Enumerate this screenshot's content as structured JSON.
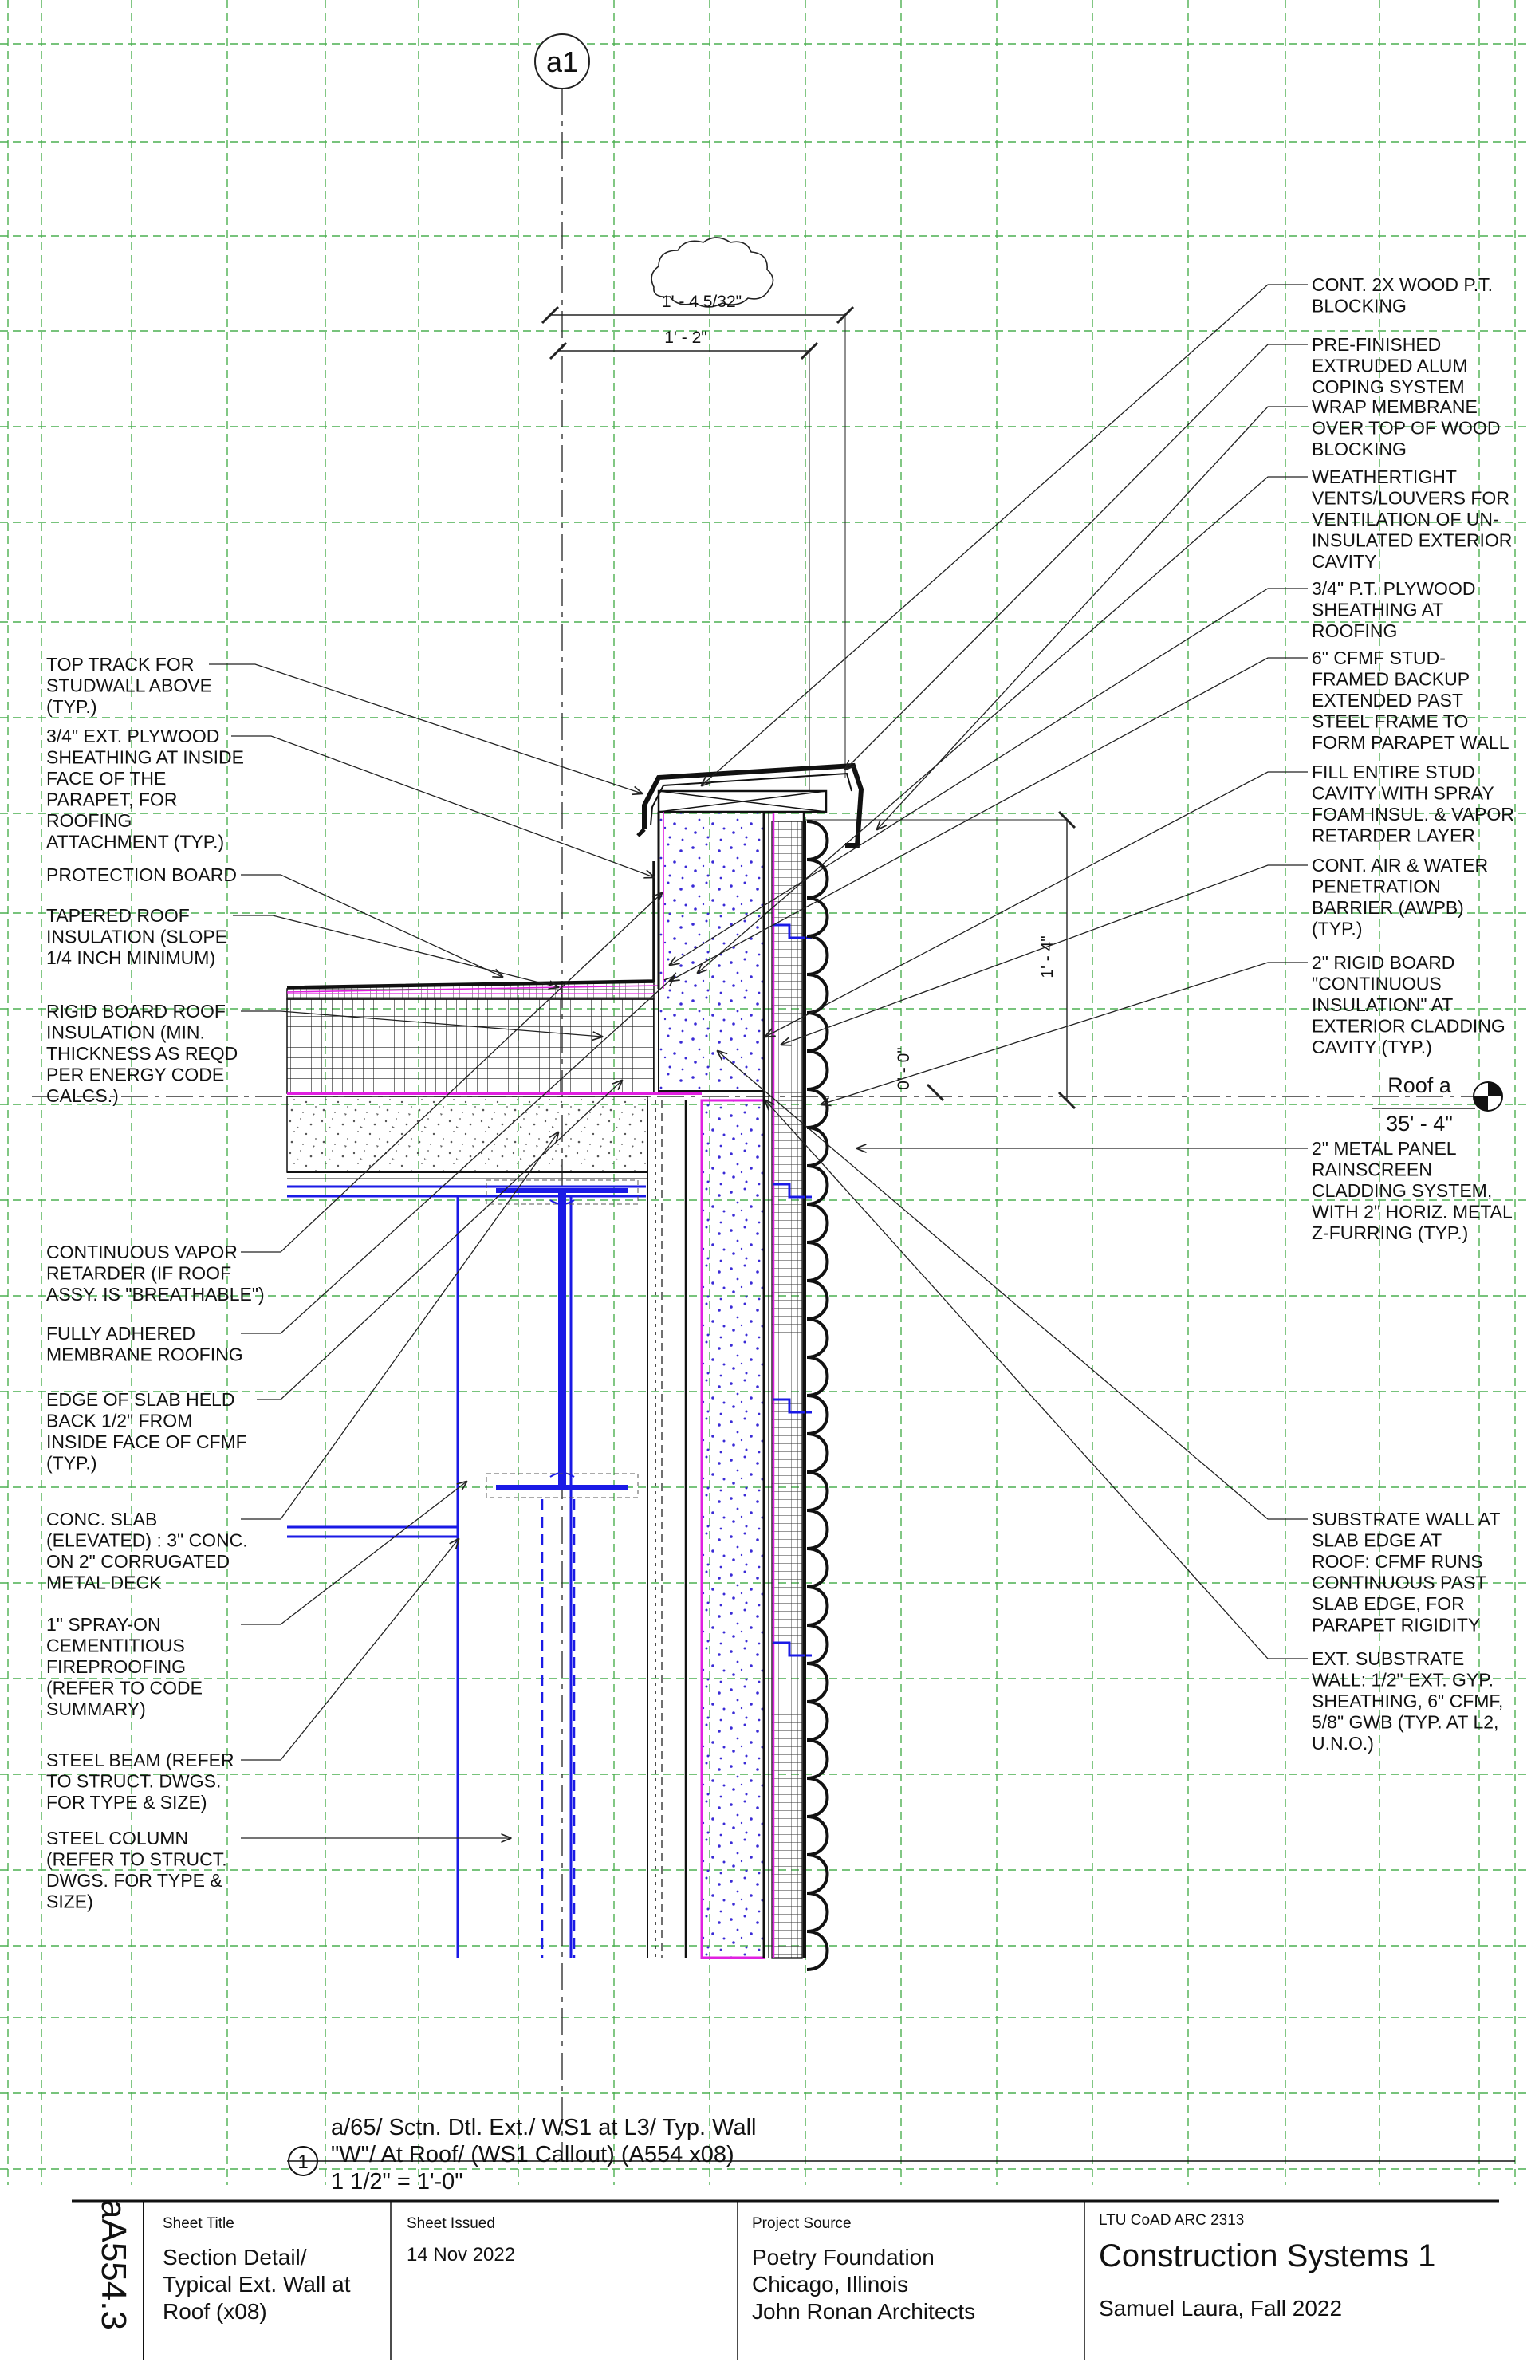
{
  "grid_marker": "a1",
  "dimensions": {
    "coping_width": "1' - 4 5/32\"",
    "wall_width": "1' - 2\"",
    "parapet_height": "1' - 4\"",
    "zero_height": "0' - 0\""
  },
  "level_marker": {
    "name": "Roof a",
    "elevation": "35' - 4\""
  },
  "notes_left": [
    {
      "lines": [
        "TOP TRACK FOR",
        "STUDWALL ABOVE",
        "(TYP.)"
      ]
    },
    {
      "lines": [
        "3/4\" EXT. PLYWOOD",
        "SHEATHING AT INSIDE",
        "FACE OF THE",
        "PARAPET, FOR",
        "ROOFING",
        "ATTACHMENT (TYP.)"
      ]
    },
    {
      "lines": [
        "PROTECTION BOARD"
      ]
    },
    {
      "lines": [
        "TAPERED ROOF",
        "INSULATION (SLOPE",
        "1/4 INCH MINIMUM)"
      ]
    },
    {
      "lines": [
        "RIGID BOARD ROOF",
        "INSULATION (MIN.",
        "THICKNESS AS REQD",
        "PER ENERGY CODE",
        "CALCS.)"
      ]
    },
    {
      "lines": [
        "CONTINUOUS VAPOR",
        "RETARDER (IF ROOF",
        "ASSY. IS \"BREATHABLE\")"
      ]
    },
    {
      "lines": [
        "FULLY ADHERED",
        "MEMBRANE ROOFING"
      ]
    },
    {
      "lines": [
        "EDGE OF SLAB HELD",
        "BACK 1/2\" FROM",
        "INSIDE FACE OF CFMF",
        "(TYP.)"
      ]
    },
    {
      "lines": [
        "CONC. SLAB",
        "(ELEVATED) : 3\" CONC.",
        "ON 2\" CORRUGATED",
        "METAL DECK"
      ]
    },
    {
      "lines": [
        "1\" SPRAY-ON",
        "CEMENTITIOUS",
        "FIREPROOFING",
        "(REFER TO CODE",
        "SUMMARY)"
      ]
    },
    {
      "lines": [
        "STEEL BEAM (REFER",
        "TO STRUCT. DWGS.",
        "FOR TYPE & SIZE)"
      ]
    },
    {
      "lines": [
        "STEEL COLUMN",
        "(REFER TO STRUCT.",
        "DWGS. FOR TYPE &",
        "SIZE)"
      ]
    }
  ],
  "notes_right": [
    {
      "lines": [
        "CONT. 2X WOOD P.T.",
        "BLOCKING"
      ]
    },
    {
      "lines": [
        "PRE-FINISHED",
        "EXTRUDED ALUM",
        "COPING SYSTEM"
      ]
    },
    {
      "lines": [
        "WRAP MEMBRANE",
        "OVER TOP OF WOOD",
        "BLOCKING"
      ]
    },
    {
      "lines": [
        "WEATHERTIGHT",
        "VENTS/LOUVERS FOR",
        "VENTILATION OF UN-",
        "INSULATED EXTERIOR",
        "CAVITY"
      ]
    },
    {
      "lines": [
        "3/4\" P.T. PLYWOOD",
        "SHEATHING AT",
        "ROOFING"
      ]
    },
    {
      "lines": [
        "6\" CFMF STUD-",
        "FRAMED BACKUP",
        "EXTENDED PAST",
        "STEEL FRAME TO",
        "FORM PARAPET WALL"
      ]
    },
    {
      "lines": [
        "FILL ENTIRE STUD",
        "CAVITY WITH SPRAY",
        "FOAM INSUL. & VAPOR",
        "RETARDER LAYER"
      ]
    },
    {
      "lines": [
        "CONT. AIR & WATER",
        "PENETRATION",
        "BARRIER (AWPB)",
        "(TYP.)"
      ]
    },
    {
      "lines": [
        "2\" RIGID BOARD",
        "\"CONTINUOUS",
        "INSULATION\" AT",
        "EXTERIOR CLADDING",
        "CAVITY (TYP.)"
      ]
    },
    {
      "lines": [
        "2\" METAL PANEL",
        "RAINSCREEN",
        "CLADDING SYSTEM,",
        "WITH 2\" HORIZ. METAL",
        "Z-FURRING (TYP.)"
      ]
    },
    {
      "lines": [
        "SUBSTRATE WALL AT",
        "SLAB EDGE AT",
        "ROOF: CFMF RUNS",
        "CONTINUOUS PAST",
        "SLAB EDGE, FOR",
        "PARAPET RIGIDITY"
      ]
    },
    {
      "lines": [
        "EXT. SUBSTRATE",
        "WALL: 1/2\" EXT. GYP.",
        "SHEATHING, 6\" CFMF,",
        "5/8\" GWB (TYP. AT L2,",
        "U.N.O.)"
      ]
    }
  ],
  "view_title": {
    "number": "1",
    "line1": "a/65/  Sctn. Dtl. Ext./ WS1 at L3/   Typ. Wall",
    "line2": "\"W\"/ At Roof/ (WS1 Callout) (A554 x08)",
    "scale": "1 1/2\" = 1'-0\""
  },
  "title_block": {
    "sheet_number": "aA554.3",
    "sheet_title_label": "Sheet Title",
    "sheet_title": [
      "Section Detail/",
      "Typical Ext. Wall at",
      "Roof (x08)"
    ],
    "sheet_issued_label": "Sheet Issued",
    "sheet_issued": "14 Nov 2022",
    "project_source_label": "Project Source",
    "project_source": [
      "Poetry Foundation",
      "Chicago, Illinois",
      "John Ronan Architects"
    ],
    "course": "LTU CoAD ARC 2313",
    "course_title": "Construction Systems 1",
    "author": "Samuel Laura, Fall 2022"
  },
  "colors": {
    "steel": "#1a1ae6",
    "membrane": "#e020e0",
    "grid": "#4caf50",
    "ink": "#111111"
  }
}
